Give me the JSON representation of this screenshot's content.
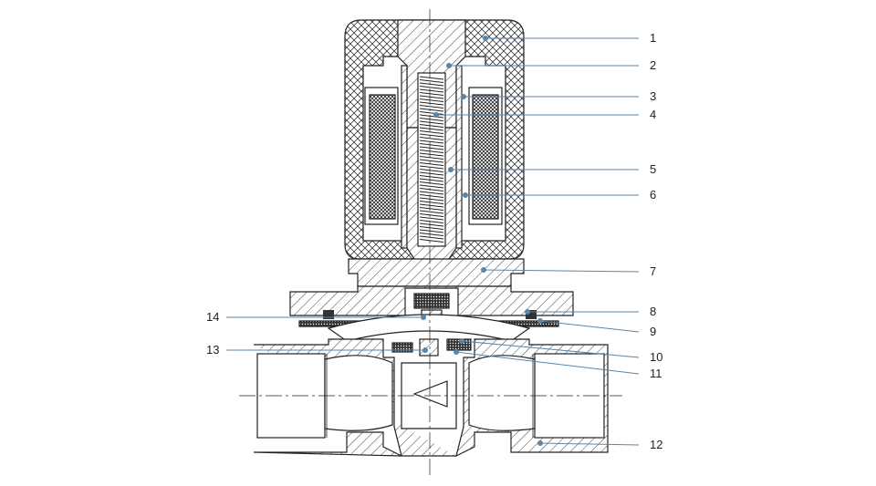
{
  "diagram": {
    "callouts": [
      {
        "id": "1",
        "label": "1"
      },
      {
        "id": "2",
        "label": "2"
      },
      {
        "id": "3",
        "label": "3"
      },
      {
        "id": "4",
        "label": "4"
      },
      {
        "id": "5",
        "label": "5"
      },
      {
        "id": "6",
        "label": "6"
      },
      {
        "id": "7",
        "label": "7"
      },
      {
        "id": "8",
        "label": "8"
      },
      {
        "id": "9",
        "label": "9"
      },
      {
        "id": "10",
        "label": "10"
      },
      {
        "id": "11",
        "label": "11"
      },
      {
        "id": "12",
        "label": "12"
      },
      {
        "id": "13",
        "label": "13"
      },
      {
        "id": "14",
        "label": "14"
      }
    ],
    "colors": {
      "leader": "#5a85a8",
      "outline": "#222222",
      "hatch": "#555555",
      "background": "#ffffff"
    }
  }
}
